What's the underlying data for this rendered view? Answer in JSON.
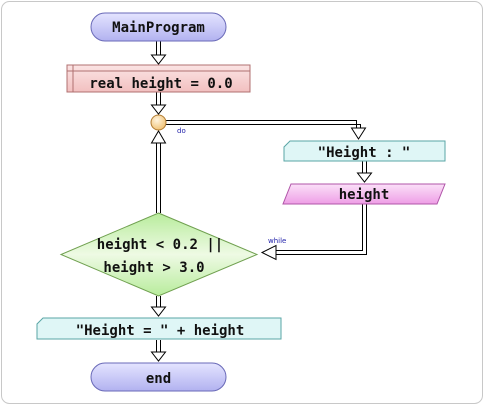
{
  "flowchart": {
    "start": "MainProgram",
    "declaration": "real height = 0.0",
    "loop_label_do": "do",
    "output_prompt": "\"Height : \"",
    "input_var": "height",
    "condition_line1": "height < 0.2 ||",
    "condition_line2": "height > 3.0",
    "loop_label_while": "while",
    "output_result": "\"Height = \" + height",
    "end": "end"
  },
  "colors": {
    "terminal_fill": "#c6c6f6",
    "declaration_fill": "#f6d0d0",
    "io_fill": "#dff6f6",
    "input_fill": "#f6c6f0",
    "decision_fill": "#d6f6c0",
    "connector_fill": "#f8d8a0"
  }
}
